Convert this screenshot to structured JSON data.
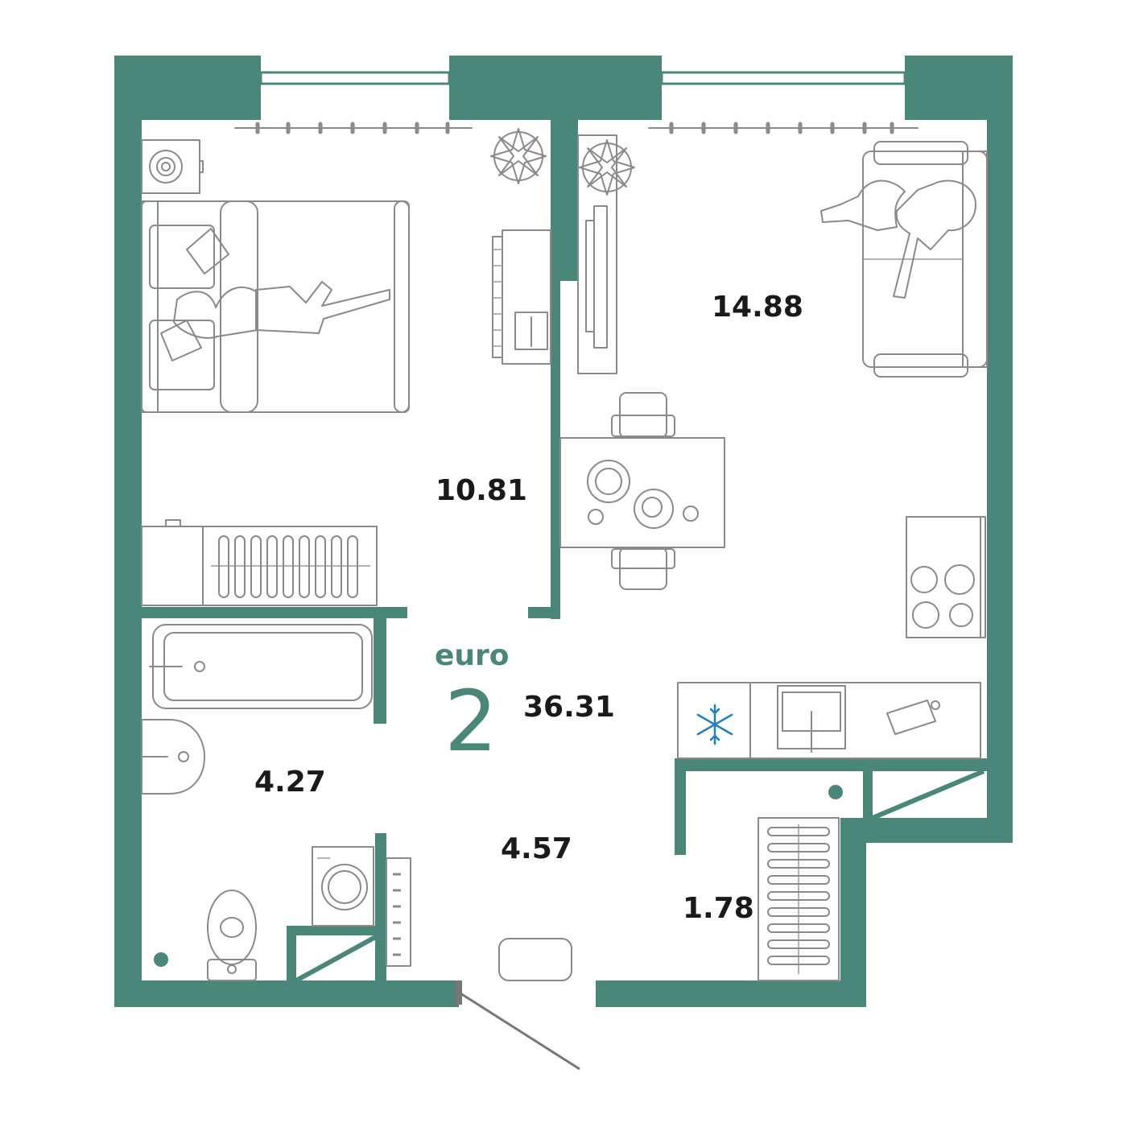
{
  "plan": {
    "type_label": "euro",
    "rooms_count": "2",
    "total_area": "36.31",
    "accent_color": "#4a8779",
    "rooms": [
      {
        "id": "bedroom",
        "area": "10.81"
      },
      {
        "id": "living-kitchen",
        "area": "14.88"
      },
      {
        "id": "bathroom",
        "area": "4.27"
      },
      {
        "id": "hallway",
        "area": "4.57"
      },
      {
        "id": "wardrobe",
        "area": "1.78"
      }
    ],
    "icons": [
      "bed-icon",
      "sofa-icon",
      "dining-table-icon",
      "stove-icon",
      "sink-icon",
      "fridge-snowflake-icon",
      "bathtub-icon",
      "toilet-icon",
      "washing-machine-icon",
      "radiator-icon",
      "plant-icon",
      "tv-icon",
      "desk-icon",
      "cutting-board-icon",
      "entrance-door-icon"
    ]
  }
}
